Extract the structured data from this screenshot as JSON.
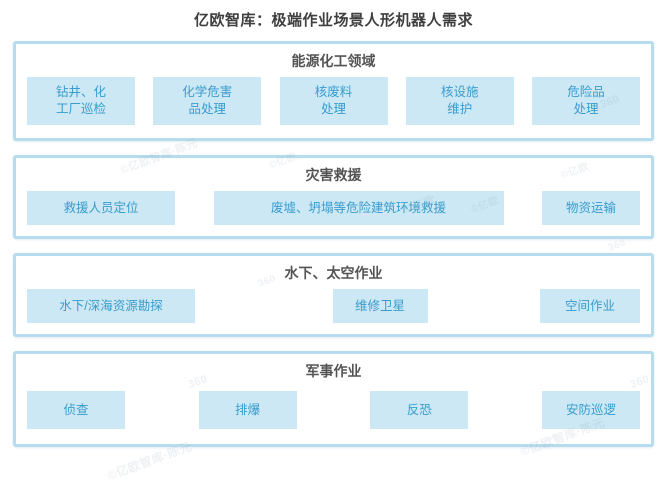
{
  "title": "亿欧智库：极端作业场景人形机器人需求",
  "colors": {
    "card_border": "#b6dced",
    "chip_background": "#cbe8f4",
    "chip_text": "#3a9ccd",
    "section_title_text": "#545454",
    "page_title_text": "#3f3f3f",
    "page_background": "#ffffff"
  },
  "sections": [
    {
      "title": "能源化工领域",
      "items": [
        "钻井、化\n工厂巡检",
        "化学危害\n品处理",
        "核废料\n处理",
        "核设施\n维护",
        "危险品\n处理"
      ]
    },
    {
      "title": "灾害救援",
      "items": [
        "救援人员定位",
        "废墟、坍塌等危险建筑环境救援",
        "物资运输"
      ]
    },
    {
      "title": "水下、太空作业",
      "items": [
        "水下/深海资源勘探",
        "维修卫星",
        "空间作业"
      ]
    },
    {
      "title": "军事作业",
      "items": [
        "侦查",
        "排爆",
        "反恐",
        "安防巡逻"
      ]
    }
  ],
  "watermarks": {
    "brand": "©亿欧智库·陈元",
    "short": "©亿欧",
    "number": "360"
  }
}
